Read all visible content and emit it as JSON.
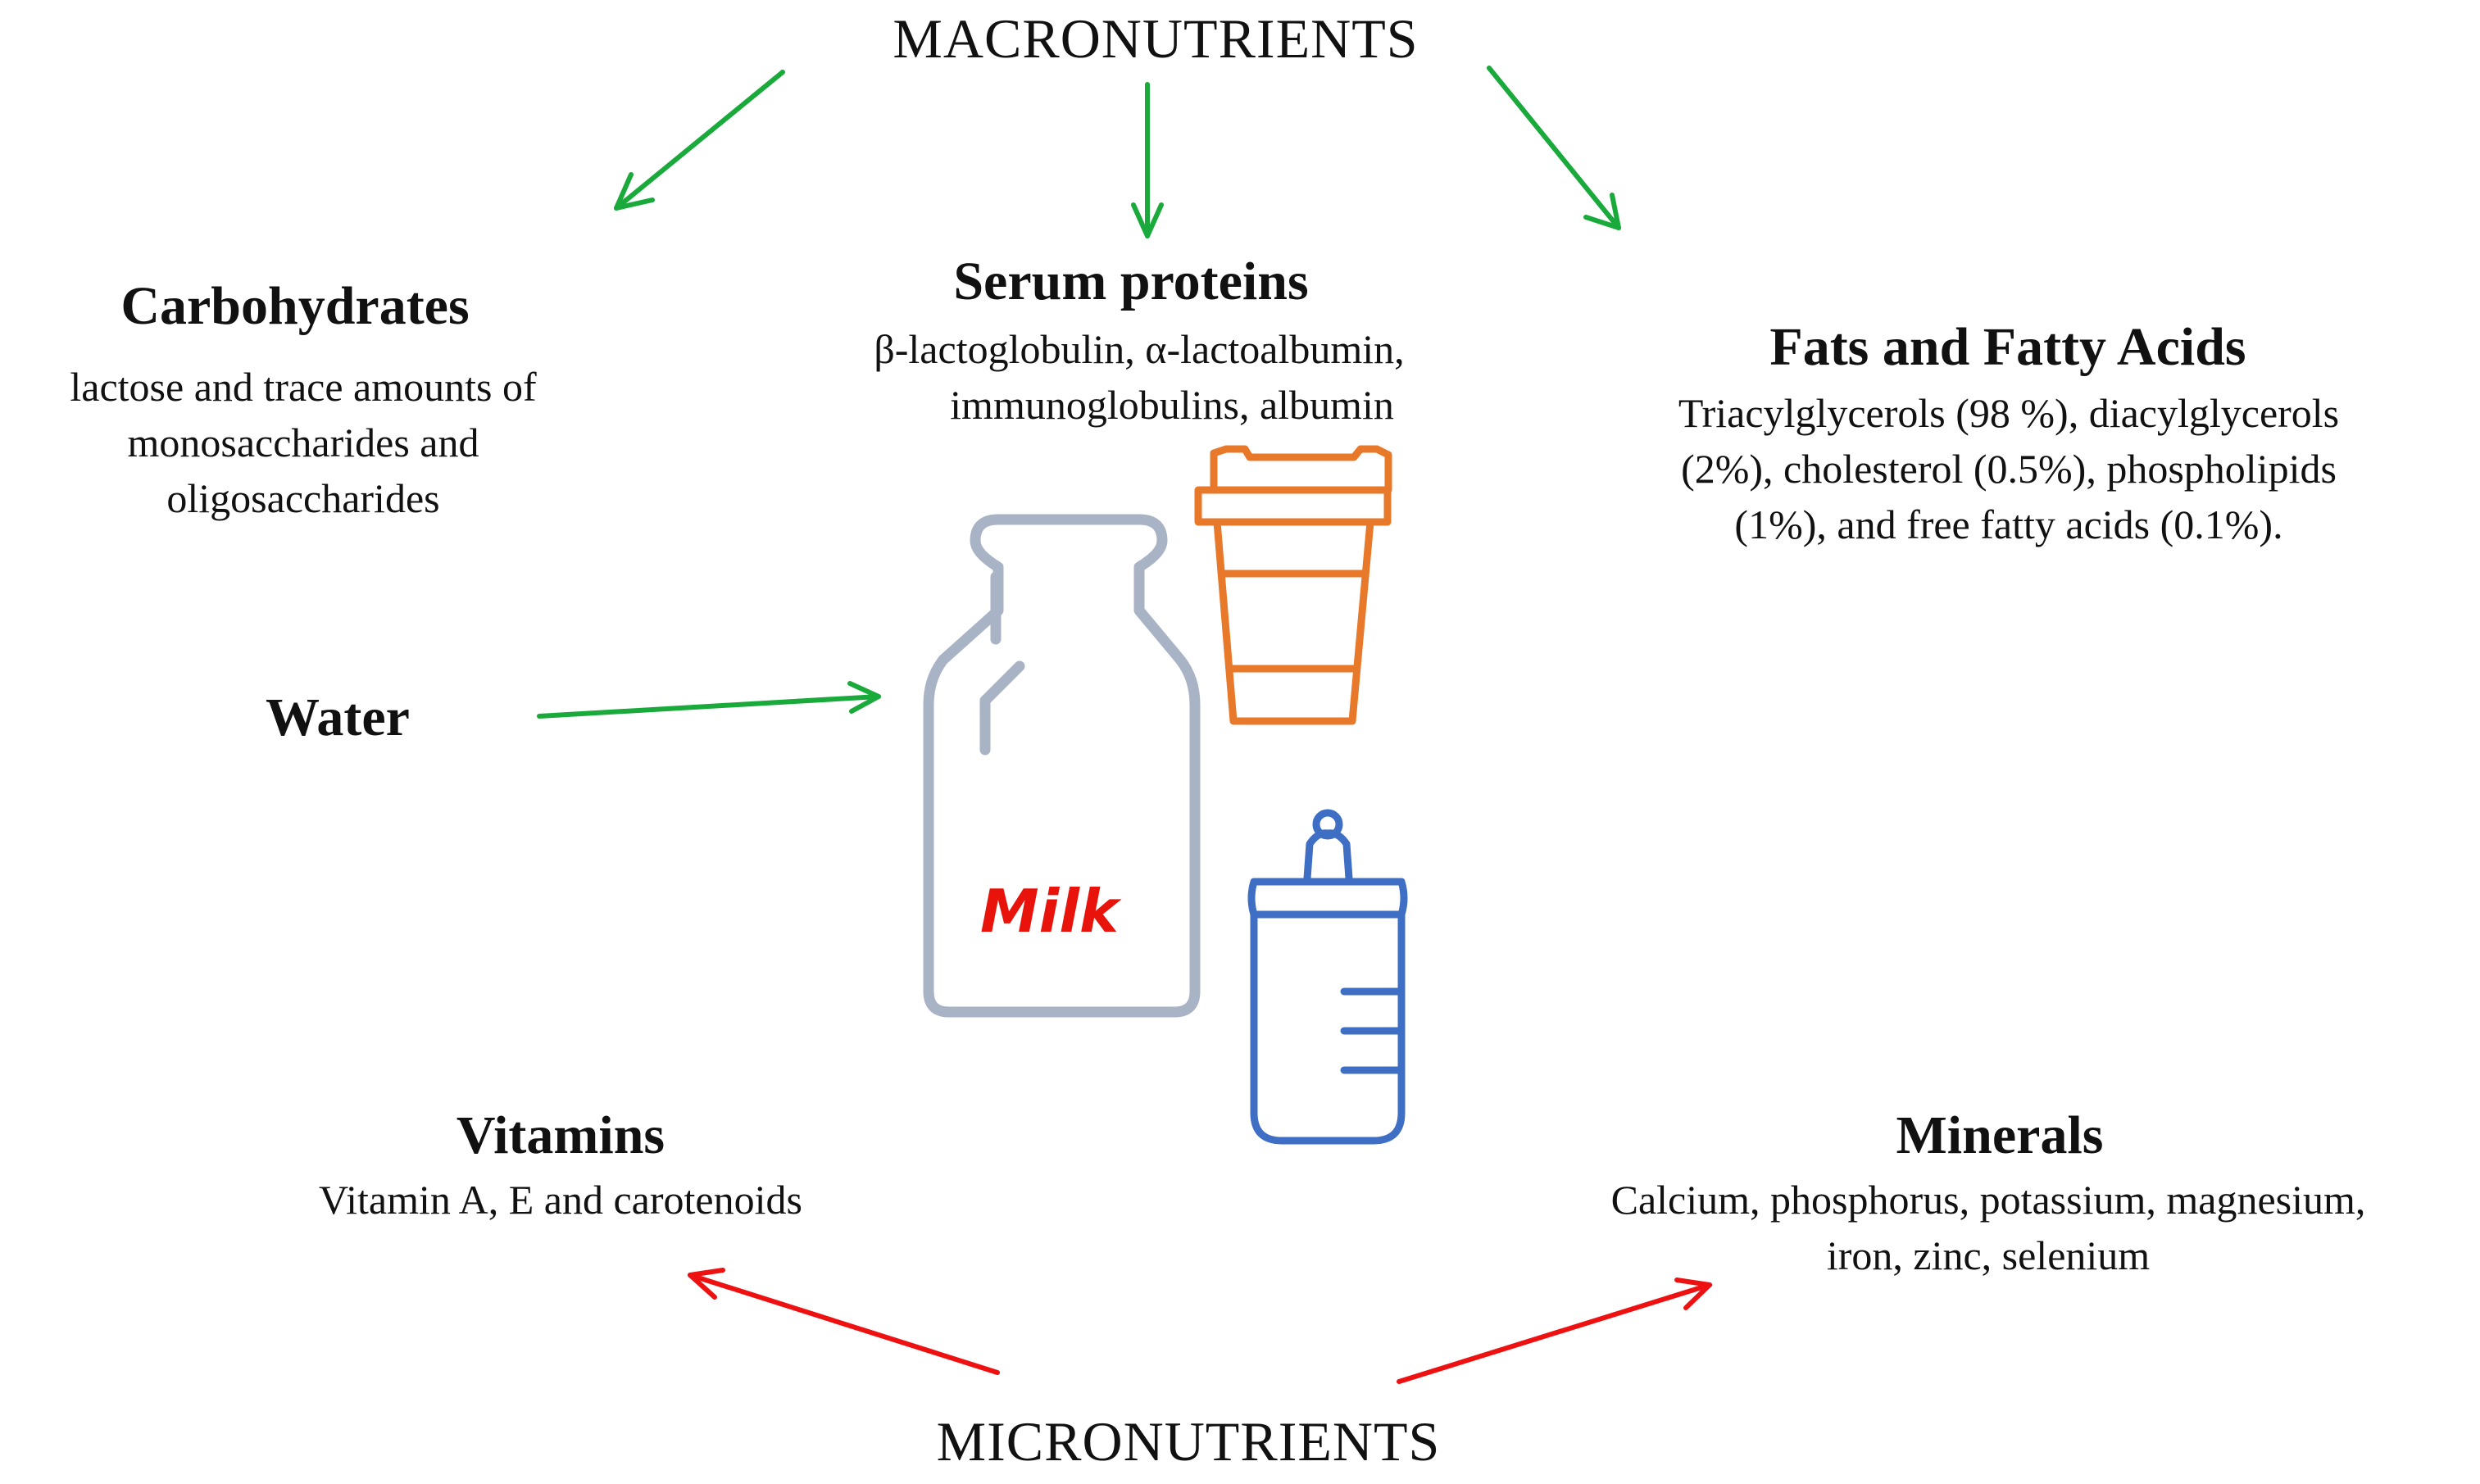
{
  "macronutrients": "MACRONUTRIENTS",
  "micronutrients": "MICRONUTRIENTS",
  "carbohydrates": {
    "title": "Carbohydrates",
    "lines": [
      "lactose and trace amounts of",
      "monosaccharides and",
      "oligosaccharides"
    ]
  },
  "serum_proteins": {
    "title": "Serum proteins",
    "lines": [
      "β-lactoglobulin, α-lactoalbumin,",
      "immunoglobulins, albumin"
    ]
  },
  "fats": {
    "title": "Fats and Fatty Acids",
    "lines": [
      "Triacylglycerols (98 %), diacylglycerols",
      "(2%), cholesterol (0.5%), phospholipids",
      "(1%), and free fatty acids (0.1%)."
    ]
  },
  "water": {
    "title": "Water"
  },
  "vitamins": {
    "title": "Vitamins",
    "lines": [
      "Vitamin A, E and carotenoids"
    ]
  },
  "minerals": {
    "title": "Minerals",
    "lines": [
      "Calcium, phosphorus, potassium, magnesium,",
      "iron, zinc, selenium"
    ]
  },
  "milk_label": "Milk",
  "icons": [
    "milk-bottle-icon",
    "coffee-cup-icon",
    "baby-bottle-icon"
  ],
  "colors": {
    "macro_arrow": "#1aaa3c",
    "micro_arrow": "#ee1111",
    "milk_bottle": "#a9b3c6",
    "cup": "#e8782a",
    "baby_bottle": "#3f6fc4",
    "milk_text": "#e8140c"
  }
}
